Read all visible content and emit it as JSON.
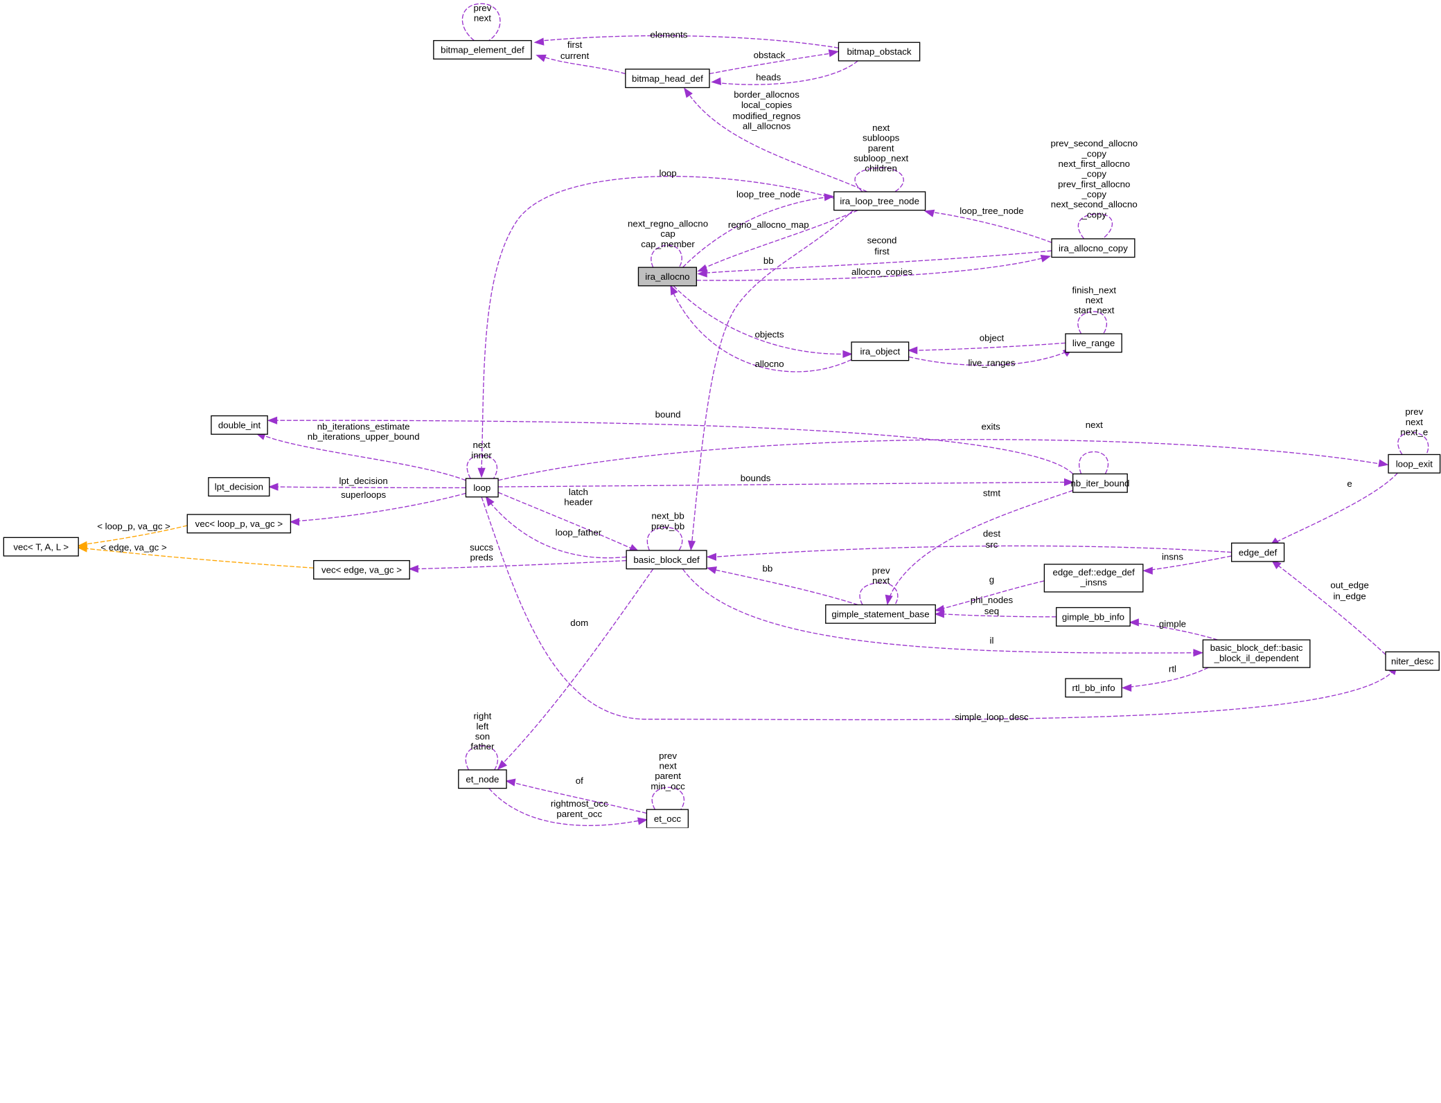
{
  "colors": {
    "association": "#9a32cd",
    "inheritance": "#ffa500",
    "focus_fill": "#bfbfbf"
  },
  "nodes": [
    {
      "id": "bitmap_element_def",
      "label": "bitmap_element_def"
    },
    {
      "id": "bitmap_obstack",
      "label": "bitmap_obstack"
    },
    {
      "id": "bitmap_head_def",
      "label": "bitmap_head_def"
    },
    {
      "id": "ira_loop_tree_node",
      "label": "ira_loop_tree_node"
    },
    {
      "id": "ira_allocno",
      "label": "ira_allocno",
      "focus": true
    },
    {
      "id": "ira_allocno_copy",
      "label": "ira_allocno_copy"
    },
    {
      "id": "ira_object",
      "label": "ira_object"
    },
    {
      "id": "live_range",
      "label": "live_range"
    },
    {
      "id": "double_int",
      "label": "double_int"
    },
    {
      "id": "loop_exit",
      "label": "loop_exit"
    },
    {
      "id": "lpt_decision",
      "label": "lpt_decision"
    },
    {
      "id": "loop",
      "label": "loop"
    },
    {
      "id": "nb_iter_bound",
      "label": "nb_iter_bound"
    },
    {
      "id": "vec_loop_p",
      "label": "vec< loop_p, va_gc >"
    },
    {
      "id": "vec_T",
      "label": "vec< T, A, L >"
    },
    {
      "id": "vec_edge",
      "label": "vec< edge, va_gc >"
    },
    {
      "id": "basic_block_def",
      "label": "basic_block_def"
    },
    {
      "id": "edge_def",
      "label": "edge_def"
    },
    {
      "id": "edge_def_insns",
      "label": "edge_def::edge_def_insns"
    },
    {
      "id": "gimple_statement_base",
      "label": "gimple_statement_base"
    },
    {
      "id": "gimple_bb_info",
      "label": "gimple_bb_info"
    },
    {
      "id": "bb_il_dependent",
      "label": "basic_block_def::basic_block_il_dependent"
    },
    {
      "id": "niter_desc",
      "label": "niter_desc"
    },
    {
      "id": "rtl_bb_info",
      "label": "rtl_bb_info"
    },
    {
      "id": "et_node",
      "label": "et_node"
    },
    {
      "id": "et_occ",
      "label": "et_occ"
    }
  ],
  "edges": [
    {
      "id": "e_bed_self",
      "from": "bitmap_element_def",
      "to": "bitmap_element_def",
      "kind": "assoc",
      "label": [
        "prev",
        "next"
      ]
    },
    {
      "id": "e_obs_elem",
      "from": "bitmap_obstack",
      "to": "bitmap_element_def",
      "kind": "assoc",
      "label": [
        "elements"
      ]
    },
    {
      "id": "e_head_elem",
      "from": "bitmap_head_def",
      "to": "bitmap_element_def",
      "kind": "assoc",
      "label": [
        "first",
        "current"
      ]
    },
    {
      "id": "e_head_obs",
      "from": "bitmap_head_def",
      "to": "bitmap_obstack",
      "kind": "assoc",
      "label": [
        "obstack"
      ]
    },
    {
      "id": "e_obs_heads",
      "from": "bitmap_obstack",
      "to": "bitmap_head_def",
      "kind": "assoc",
      "label": [
        "heads"
      ]
    },
    {
      "id": "e_ltn_head",
      "from": "ira_loop_tree_node",
      "to": "bitmap_head_def",
      "kind": "assoc",
      "label": [
        "border_allocnos",
        "local_copies",
        "modified_regnos",
        "all_allocnos"
      ]
    },
    {
      "id": "e_ltn_self",
      "from": "ira_loop_tree_node",
      "to": "ira_loop_tree_node",
      "kind": "assoc",
      "label": [
        "next",
        "subloops",
        "parent",
        "subloop_next",
        "children"
      ]
    },
    {
      "id": "e_copy_self",
      "from": "ira_allocno_copy",
      "to": "ira_allocno_copy",
      "kind": "assoc",
      "label": [
        "prev_second_allocno",
        "_copy",
        "next_first_allocno",
        "_copy",
        "prev_first_allocno",
        "_copy",
        "next_second_allocno",
        "_copy"
      ]
    },
    {
      "id": "e_loop_ltn",
      "from": "ira_loop_tree_node",
      "to": "loop",
      "kind": "assoc",
      "label": [
        "loop"
      ]
    },
    {
      "id": "e_alloc_ltn",
      "from": "ira_allocno",
      "to": "ira_loop_tree_node",
      "kind": "assoc",
      "label": [
        "loop_tree_node"
      ]
    },
    {
      "id": "e_copy_ltn",
      "from": "ira_allocno_copy",
      "to": "ira_loop_tree_node",
      "kind": "assoc",
      "label": [
        "loop_tree_node"
      ]
    },
    {
      "id": "e_ltn_alloc",
      "from": "ira_loop_tree_node",
      "to": "ira_allocno",
      "kind": "assoc",
      "label": [
        "regno_allocno_map"
      ]
    },
    {
      "id": "e_alloc_self",
      "from": "ira_allocno",
      "to": "ira_allocno",
      "kind": "assoc",
      "label": [
        "next_regno_allocno",
        "cap",
        "cap_member"
      ]
    },
    {
      "id": "e_copy_alloc",
      "from": "ira_allocno_copy",
      "to": "ira_allocno",
      "kind": "assoc",
      "label": [
        "second",
        "first"
      ]
    },
    {
      "id": "e_ltn_bb",
      "from": "ira_loop_tree_node",
      "to": "basic_block_def",
      "kind": "assoc",
      "label": [
        "bb"
      ]
    },
    {
      "id": "e_alloc_copies",
      "from": "ira_allocno",
      "to": "ira_allocno_copy",
      "kind": "assoc",
      "label": [
        "allocno_copies"
      ]
    },
    {
      "id": "e_lr_self",
      "from": "live_range",
      "to": "live_range",
      "kind": "assoc",
      "label": [
        "finish_next",
        "next",
        "start_next"
      ]
    },
    {
      "id": "e_alloc_obj",
      "from": "ira_allocno",
      "to": "ira_object",
      "kind": "assoc",
      "label": [
        "objects"
      ]
    },
    {
      "id": "e_lr_obj",
      "from": "live_range",
      "to": "ira_object",
      "kind": "assoc",
      "label": [
        "object"
      ]
    },
    {
      "id": "e_obj_lr",
      "from": "ira_object",
      "to": "live_range",
      "kind": "assoc",
      "label": [
        "live_ranges"
      ]
    },
    {
      "id": "e_obj_alloc",
      "from": "ira_object",
      "to": "ira_allocno",
      "kind": "assoc",
      "label": [
        "allocno"
      ]
    },
    {
      "id": "e_bound_di",
      "from": "nb_iter_bound",
      "to": "double_int",
      "kind": "assoc",
      "label": [
        "bound"
      ]
    },
    {
      "id": "e_loop_di",
      "from": "loop",
      "to": "double_int",
      "kind": "assoc",
      "label": [
        "nb_iterations_estimate",
        "nb_iterations_upper_bound"
      ]
    },
    {
      "id": "e_loop_exits",
      "from": "loop",
      "to": "loop_exit",
      "kind": "assoc",
      "label": [
        "exits"
      ]
    },
    {
      "id": "e_exit_self",
      "from": "loop_exit",
      "to": "loop_exit",
      "kind": "assoc",
      "label": [
        "prev",
        "next",
        "next_e"
      ]
    },
    {
      "id": "e_loop_self",
      "from": "loop",
      "to": "loop",
      "kind": "assoc",
      "label": [
        "next",
        "inner"
      ]
    },
    {
      "id": "e_bound_self",
      "from": "nb_iter_bound",
      "to": "nb_iter_bound",
      "kind": "assoc",
      "label": [
        "next"
      ]
    },
    {
      "id": "e_loop_lpt",
      "from": "loop",
      "to": "lpt_decision",
      "kind": "assoc",
      "label": [
        "lpt_decision"
      ]
    },
    {
      "id": "e_loop_bounds",
      "from": "loop",
      "to": "nb_iter_bound",
      "kind": "assoc",
      "label": [
        "bounds"
      ]
    },
    {
      "id": "e_loop_super",
      "from": "loop",
      "to": "vec_loop_p",
      "kind": "assoc",
      "label": [
        "superloops"
      ]
    },
    {
      "id": "e_exit_edge",
      "from": "loop_exit",
      "to": "edge_def",
      "kind": "assoc",
      "label": [
        "e"
      ]
    },
    {
      "id": "e_vlp_vt",
      "from": "vec_loop_p",
      "to": "vec_T",
      "kind": "inherit",
      "label": [
        "< loop_p, va_gc >"
      ]
    },
    {
      "id": "e_loop_bb",
      "from": "loop",
      "to": "basic_block_def",
      "kind": "assoc",
      "label": [
        "latch",
        "header"
      ]
    },
    {
      "id": "e_bb_loop",
      "from": "basic_block_def",
      "to": "loop",
      "kind": "assoc",
      "label": [
        "loop_father"
      ]
    },
    {
      "id": "e_bb_self",
      "from": "basic_block_def",
      "to": "basic_block_def",
      "kind": "assoc",
      "label": [
        "next_bb",
        "prev_bb"
      ]
    },
    {
      "id": "e_ve_vt",
      "from": "vec_edge",
      "to": "vec_T",
      "kind": "inherit",
      "label": [
        "< edge, va_gc >"
      ]
    },
    {
      "id": "e_bb_vedge",
      "from": "basic_block_def",
      "to": "vec_edge",
      "kind": "assoc",
      "label": [
        "succs",
        "preds"
      ]
    },
    {
      "id": "e_bound_stmt",
      "from": "nb_iter_bound",
      "to": "gimple_statement_base",
      "kind": "assoc",
      "label": [
        "stmt"
      ]
    },
    {
      "id": "e_edge_bb",
      "from": "edge_def",
      "to": "basic_block_def",
      "kind": "assoc",
      "label": [
        "dest",
        "src"
      ]
    },
    {
      "id": "e_edge_insns",
      "from": "edge_def",
      "to": "edge_def_insns",
      "kind": "assoc",
      "label": [
        "insns"
      ]
    },
    {
      "id": "e_niter_edge",
      "from": "niter_desc",
      "to": "edge_def",
      "kind": "assoc",
      "label": [
        "out_edge",
        "in_edge"
      ]
    },
    {
      "id": "e_stmt_bb",
      "from": "gimple_statement_base",
      "to": "basic_block_def",
      "kind": "assoc",
      "label": [
        "bb"
      ]
    },
    {
      "id": "e_stmt_self",
      "from": "gimple_statement_base",
      "to": "gimple_statement_base",
      "kind": "assoc",
      "label": [
        "prev",
        "next"
      ]
    },
    {
      "id": "e_insns_stmt",
      "from": "edge_def_insns",
      "to": "gimple_statement_base",
      "kind": "assoc",
      "label": [
        "g"
      ]
    },
    {
      "id": "e_gbi_stmt",
      "from": "gimple_bb_info",
      "to": "gimple_statement_base",
      "kind": "assoc",
      "label": [
        "phi_nodes",
        "seq"
      ]
    },
    {
      "id": "e_il_gbi",
      "from": "bb_il_dependent",
      "to": "gimple_bb_info",
      "kind": "assoc",
      "label": [
        "gimple"
      ]
    },
    {
      "id": "e_bb_il",
      "from": "basic_block_def",
      "to": "bb_il_dependent",
      "kind": "assoc",
      "label": [
        "il"
      ]
    },
    {
      "id": "e_bb_dom",
      "from": "basic_block_def",
      "to": "et_node",
      "kind": "assoc",
      "label": [
        "dom"
      ]
    },
    {
      "id": "e_il_rtl",
      "from": "bb_il_dependent",
      "to": "rtl_bb_info",
      "kind": "assoc",
      "label": [
        "rtl"
      ]
    },
    {
      "id": "e_loop_niter",
      "from": "loop",
      "to": "niter_desc",
      "kind": "assoc",
      "label": [
        "simple_loop_desc"
      ]
    },
    {
      "id": "e_etn_self",
      "from": "et_node",
      "to": "et_node",
      "kind": "assoc",
      "label": [
        "right",
        "left",
        "son",
        "father"
      ]
    },
    {
      "id": "e_occ_self",
      "from": "et_occ",
      "to": "et_occ",
      "kind": "assoc",
      "label": [
        "prev",
        "next",
        "parent",
        "min_occ"
      ]
    },
    {
      "id": "e_occ_etn",
      "from": "et_occ",
      "to": "et_node",
      "kind": "assoc",
      "label": [
        "of"
      ]
    },
    {
      "id": "e_etn_occ",
      "from": "et_node",
      "to": "et_occ",
      "kind": "assoc",
      "label": [
        "rightmost_occ",
        "parent_occ"
      ]
    }
  ]
}
